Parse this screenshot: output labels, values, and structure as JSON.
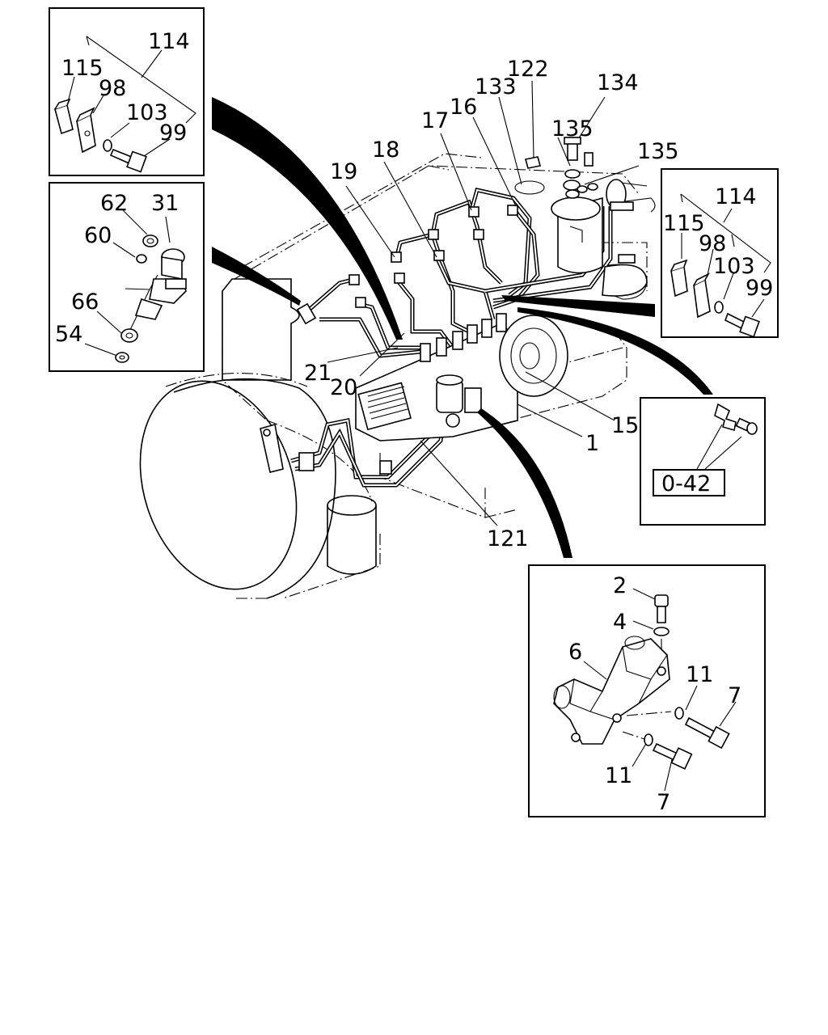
{
  "callouts": {
    "c114a": "114",
    "c115a": "115",
    "c98a": "98",
    "c103a": "103",
    "c99a": "99",
    "c62": "62",
    "c31": "31",
    "c60": "60",
    "c66": "66",
    "c54": "54",
    "c122": "122",
    "c133": "133",
    "c134": "134",
    "c16": "16",
    "c17": "17",
    "c135a": "135",
    "c135b": "135",
    "c18": "18",
    "c19": "19",
    "c114b": "114",
    "c115b": "115",
    "c98b": "98",
    "c103b": "103",
    "c99b": "99",
    "c21": "21",
    "c20": "20",
    "c15": "15",
    "c1": "1",
    "c121": "121",
    "c2": "2",
    "c4": "4",
    "c6": "6",
    "c11a": "11",
    "c7a": "7",
    "c11b": "11",
    "c7b": "7"
  },
  "reference_box": {
    "label": "0-42"
  }
}
